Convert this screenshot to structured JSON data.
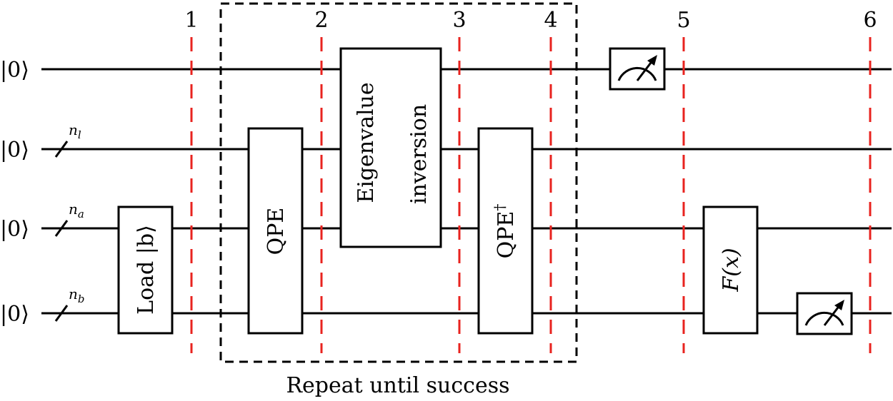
{
  "qubits": [
    {
      "ket": "|0⟩",
      "register": ""
    },
    {
      "ket": "|0⟩",
      "register": "n",
      "register_sub": "l"
    },
    {
      "ket": "|0⟩",
      "register": "n",
      "register_sub": "a"
    },
    {
      "ket": "|0⟩",
      "register": "n",
      "register_sub": "b"
    }
  ],
  "stages": [
    "1",
    "2",
    "3",
    "4",
    "5",
    "6"
  ],
  "gates": {
    "load": "Load |b⟩",
    "qpe": "QPE",
    "eigen_line1": "Eigenvalue",
    "eigen_line2": "inversion",
    "qpe_dagger": "QPE",
    "qpe_dagger_sup": "†",
    "f": "F(x)"
  },
  "caption": "Repeat until success",
  "colors": {
    "stage_line": "#e8231f",
    "ink": "#000000"
  },
  "icons": [
    "meter-icon",
    "meter-icon"
  ]
}
